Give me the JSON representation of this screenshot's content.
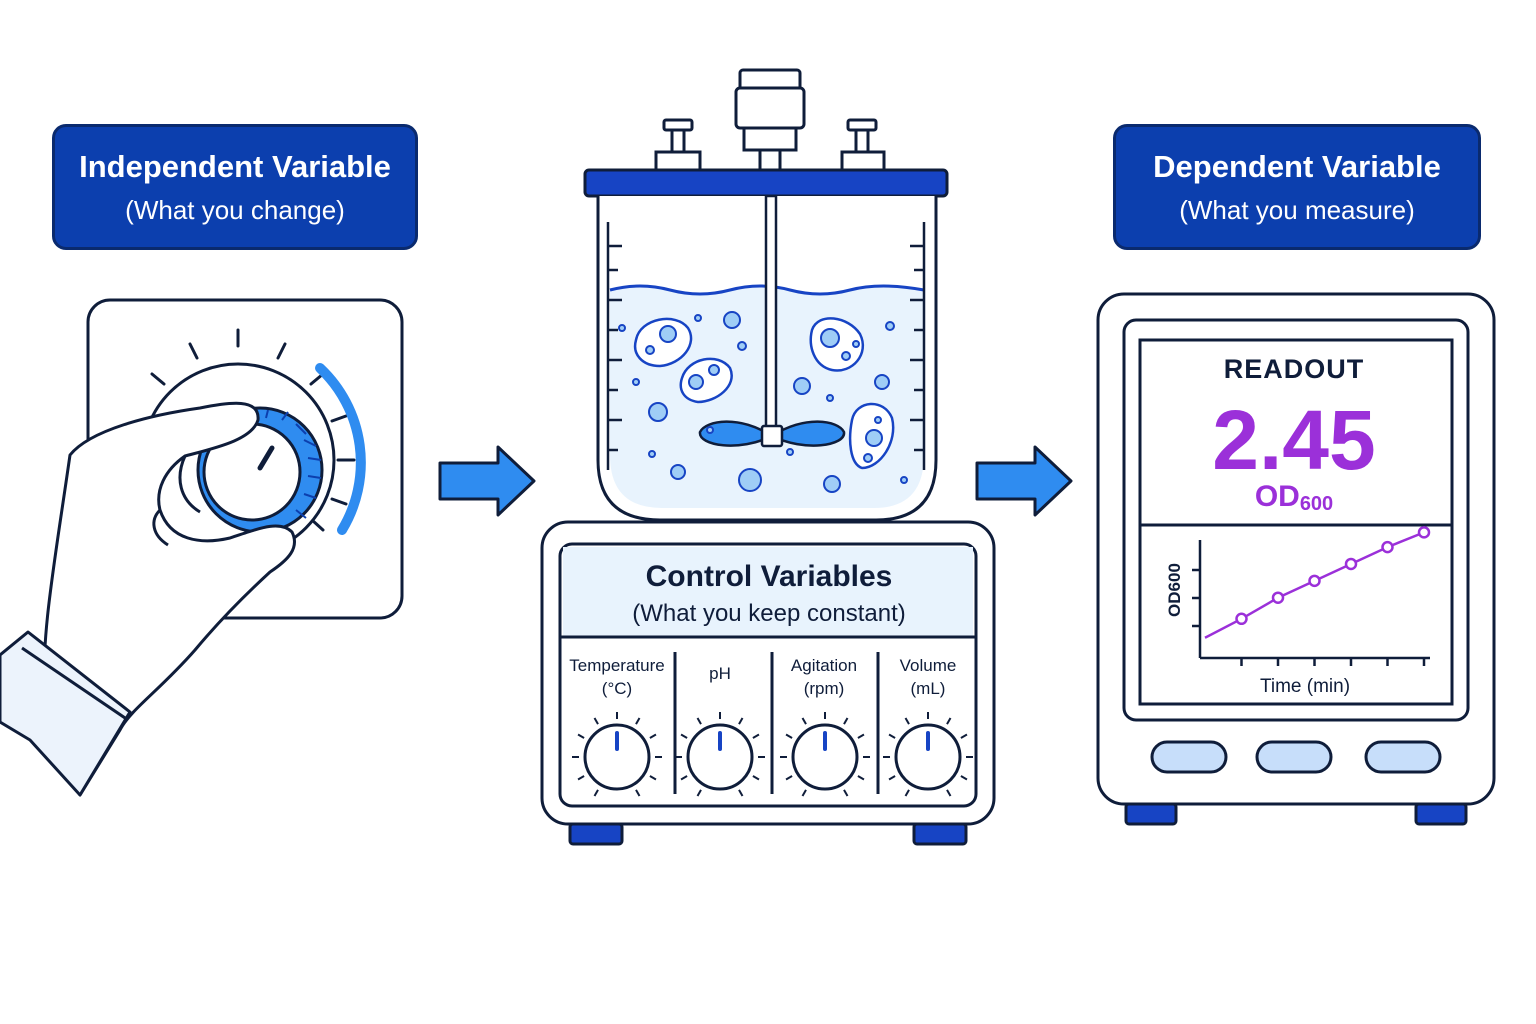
{
  "independent": {
    "title": "Independent Variable",
    "subtitle": "(What you change)"
  },
  "dependent": {
    "title": "Dependent Variable",
    "subtitle": "(What you measure)"
  },
  "control": {
    "title": "Control Variables",
    "subtitle": "(What you keep constant)",
    "dials": [
      {
        "line1": "Temperature",
        "line2": "(°C)"
      },
      {
        "line1": "pH",
        "line2": ""
      },
      {
        "line1": "Agitation",
        "line2": "(rpm)"
      },
      {
        "line1": "Volume",
        "line2": "(mL)"
      }
    ]
  },
  "readout": {
    "title": "READOUT",
    "value": "2.45",
    "unit": "OD",
    "unit_sub": "600",
    "y_axis_label": "OD600",
    "x_axis_label": "Time (min)"
  },
  "readout_chart": {
    "type": "line",
    "points": [
      0,
      1,
      2,
      3,
      4,
      5,
      6
    ],
    "values": [
      0.5,
      0.95,
      1.45,
      1.85,
      2.25,
      2.65,
      2.45
    ]
  },
  "colors": {
    "label_box": "#0c3fae",
    "outline": "#0f1d3a",
    "accent_blue": "#2f8cf0",
    "readout_purple": "#9b30d9",
    "liquid": "#e8f3fd",
    "foot_blue": "#1744c4"
  },
  "icons": [
    "hand-turning-dial-icon",
    "arrow-right-icon",
    "bioreactor-icon",
    "spectrophotometer-icon"
  ]
}
